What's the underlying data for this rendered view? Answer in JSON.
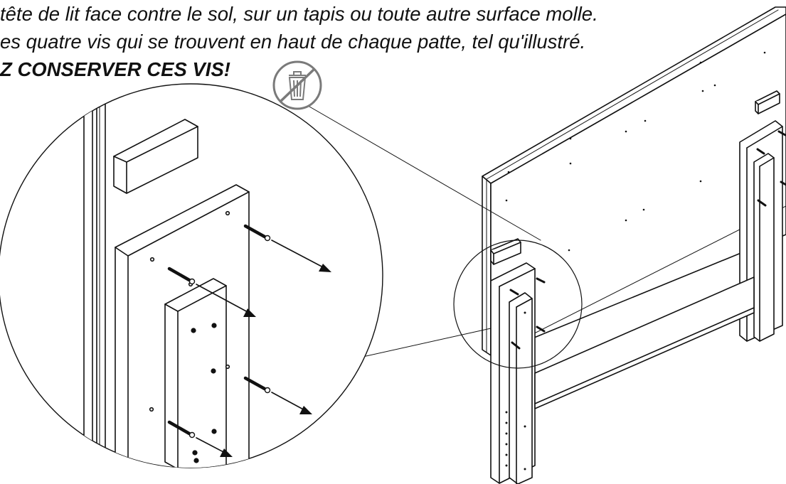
{
  "instructions": {
    "line1": "tête de lit face contre le sol, sur un tapis ou toute autre surface molle.",
    "line2": "es quatre vis qui se trouvent en haut de chaque patte, tel qu'illustré.",
    "line3": "Z CONSERVER CES VIS!"
  },
  "icons": {
    "do_not_discard": "no-trash-icon"
  },
  "colors": {
    "line": "#111111",
    "background": "#ffffff",
    "icon_gray": "#7a7a7a"
  }
}
